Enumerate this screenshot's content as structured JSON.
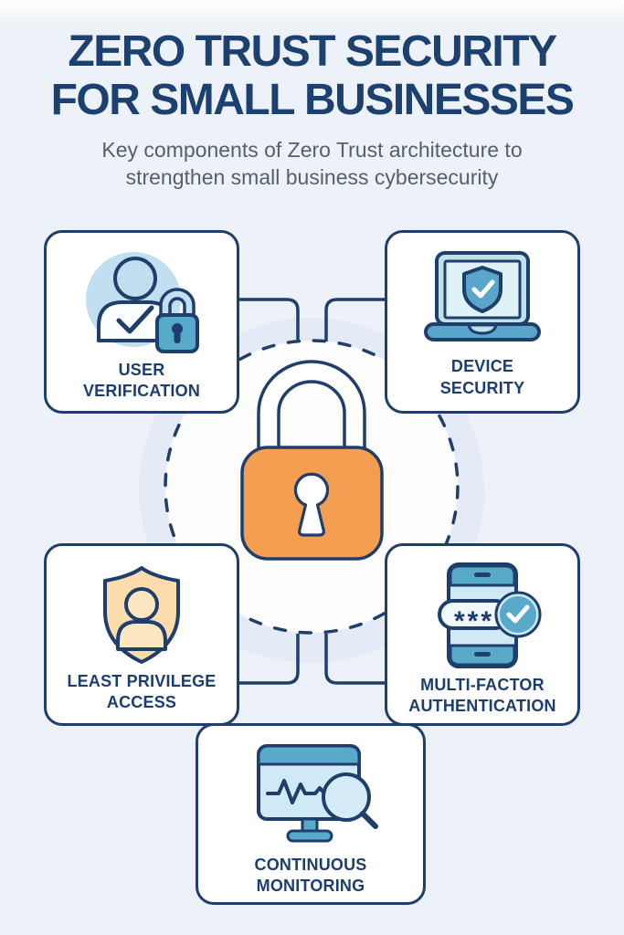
{
  "header": {
    "title_line1": "ZERO TRUST SECURITY",
    "title_line2": "FOR SMALL BUSINESSES",
    "subtitle_line1": "Key components of Zero Trust architecture to",
    "subtitle_line2": "strengthen small business cybersecurity"
  },
  "center": {
    "icon": "padlock-icon"
  },
  "cards": [
    {
      "id": "user-verification",
      "icon": "user-check-lock-icon",
      "label_line1": "USER",
      "label_line2": "VERIFICATION"
    },
    {
      "id": "device-security",
      "icon": "laptop-shield-icon",
      "label_line1": "DEVICE",
      "label_line2": "SECURITY"
    },
    {
      "id": "least-privilege-access",
      "icon": "shield-user-icon",
      "label_line1": "LEAST PRIVILEGE",
      "label_line2": "ACCESS"
    },
    {
      "id": "multi-factor-authentication",
      "icon": "phone-otp-icon",
      "label_line1": "MULTI-FACTOR",
      "label_line2": "AUTHENTICATION",
      "code": "***"
    },
    {
      "id": "continuous-monitoring",
      "icon": "monitor-pulse-icon",
      "label_line1": "CONTINUOUS",
      "label_line2": "MONITORING"
    }
  ],
  "colors": {
    "background": "#edf2f8",
    "navy_outline": "#1f3e6c",
    "title_navy": "#1c4170",
    "subtitle_gray": "#565f6c",
    "lock_orange": "#f49e52",
    "teal": "#58a9ca",
    "light_blue": "#cfe9f7",
    "pale_blue_circle": "#c2def1",
    "peach_shield": "#fcdcab",
    "card_white": "#ffffff"
  }
}
